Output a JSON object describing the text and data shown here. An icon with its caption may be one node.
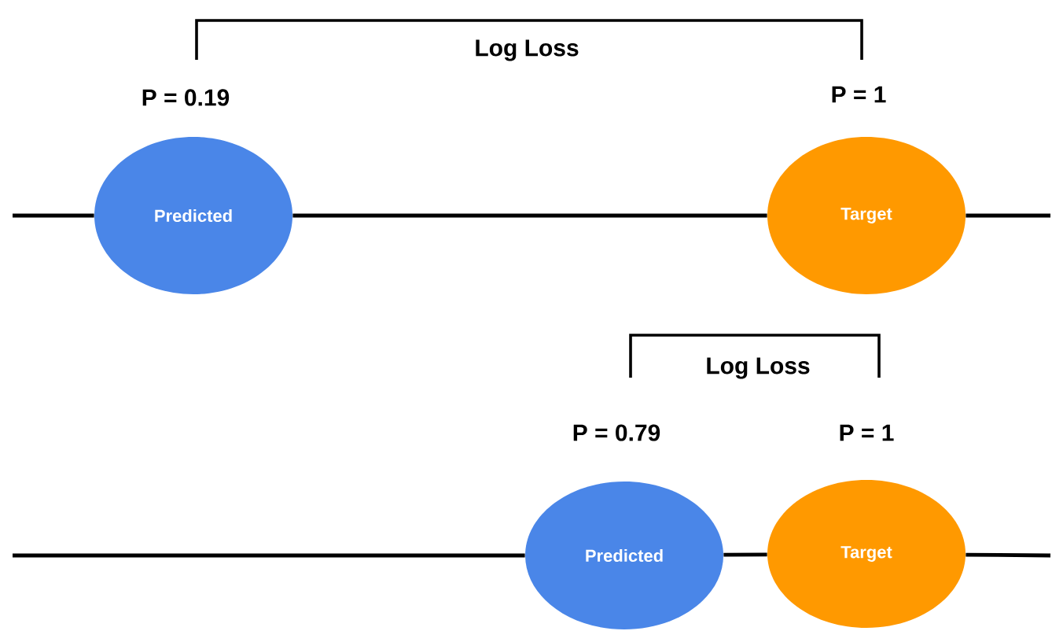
{
  "diagram": {
    "nodes": [
      {
        "text": [
          "Predicted"
        ],
        "beside": [
          "P = 0.19"
        ]
      },
      {
        "text": [
          "Target"
        ],
        "beside": [
          "P = 1"
        ]
      },
      {
        "text": [
          "Predicted"
        ],
        "beside": [
          "P = 0.79"
        ]
      },
      {
        "text": [
          "Target"
        ],
        "beside": [
          "P = 1"
        ]
      }
    ],
    "edges": [
      {
        "from": null,
        "to": 0,
        "arrow": "none"
      },
      {
        "from": 0,
        "to": 1,
        "arrow": "none"
      },
      {
        "from": 1,
        "to": null,
        "arrow": "none"
      },
      {
        "from": null,
        "to": 2,
        "arrow": "none"
      },
      {
        "from": 2,
        "to": 3,
        "arrow": "none"
      },
      {
        "from": 3,
        "to": null,
        "arrow": "none"
      }
    ],
    "labels": [
      "Log Loss",
      "Log Loss"
    ]
  }
}
